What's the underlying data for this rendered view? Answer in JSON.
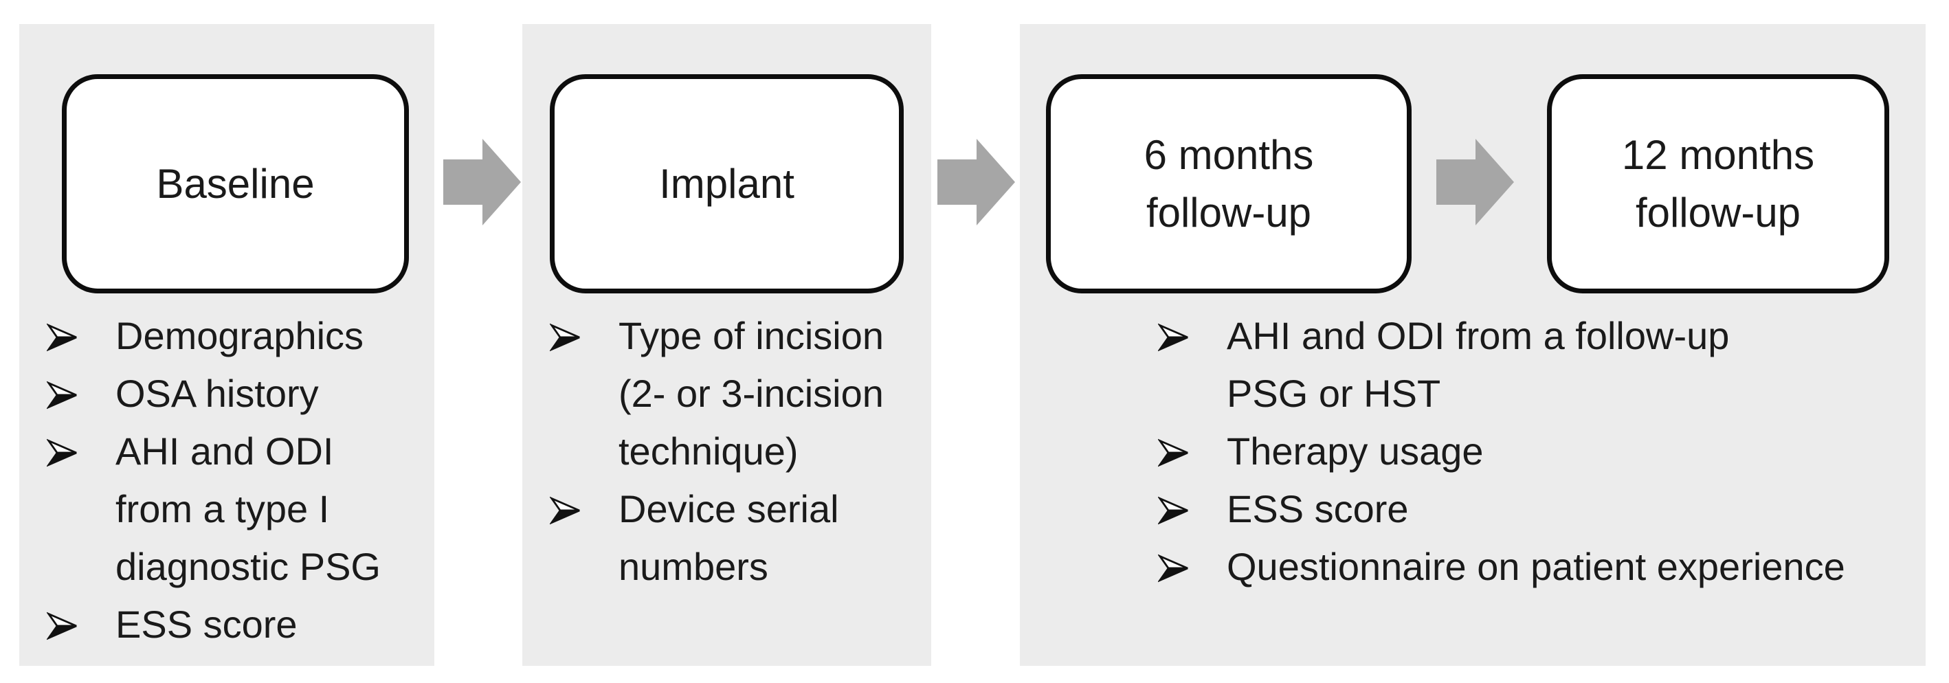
{
  "colors": {
    "panel_background": "#ececec",
    "arrow": "#a6a6a6",
    "box_border": "#0d0d0d",
    "box_fill": "#ffffff",
    "text": "#1a1a1a"
  },
  "icons": {
    "bullet": "arrowhead-bullet-icon",
    "connector": "right-block-arrow-icon"
  },
  "panels": [
    {
      "box": {
        "label": "Baseline"
      },
      "bullets": [
        [
          "Demographics"
        ],
        [
          "OSA history"
        ],
        [
          "AHI and ODI",
          "from a type I",
          "diagnostic PSG"
        ],
        [
          "ESS score"
        ]
      ]
    },
    {
      "box": {
        "label": "Implant"
      },
      "bullets": [
        [
          "Type of incision",
          "(2- or 3-incision",
          "technique)"
        ],
        [
          "Device serial",
          "numbers"
        ]
      ]
    },
    {
      "boxes": [
        {
          "label": [
            "6 months",
            "follow-up"
          ]
        },
        {
          "label": [
            "12 months",
            "follow-up"
          ]
        }
      ],
      "bullets": [
        [
          "AHI and ODI from a follow-up",
          "PSG or HST"
        ],
        [
          "Therapy usage"
        ],
        [
          "ESS score"
        ],
        [
          "Questionnaire on patient experience"
        ]
      ]
    }
  ]
}
